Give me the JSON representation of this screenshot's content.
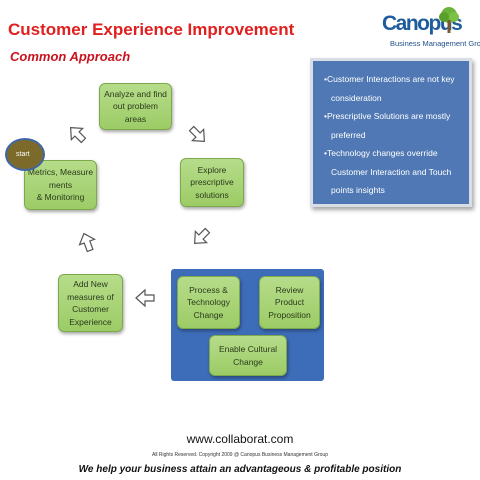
{
  "header": {
    "title": "Customer Experience Improvement",
    "subtitle": "Common Approach"
  },
  "logo": {
    "name": "Canopus",
    "tagline": "Business Management Group"
  },
  "info_box": {
    "bullets": [
      "Customer Interactions are not key consideration",
      "Prescriptive Solutions are mostly preferred",
      "Technology changes override Customer Interaction and Touch points insights"
    ]
  },
  "diagram": {
    "start_label": "start",
    "steps": {
      "analyze": "Analyze and find\nout problem\nareas",
      "explore": "Explore\nprescriptive\nsolutions",
      "process": "Process &\nTechnology\nChange",
      "review": "Review\nProduct\nProposition",
      "culture": "Enable Cultural\nChange",
      "measures": "Add New\nmeasures of\nCustomer\nExperience",
      "metrics": "Metrics, Measure\nments\n& Monitoring"
    }
  },
  "footer": {
    "url": "www.collaborat.com",
    "copyright": "All Rights Reserved. Copyright 2009 @ Canopus Business Management Group",
    "tagline": "We help your business attain an advantageous & profitable position"
  },
  "colors": {
    "title": "#e01f1f",
    "node_fill": "#a8d478",
    "panel_blue": "#3d6db8",
    "info_blue": "#4f78b4"
  }
}
